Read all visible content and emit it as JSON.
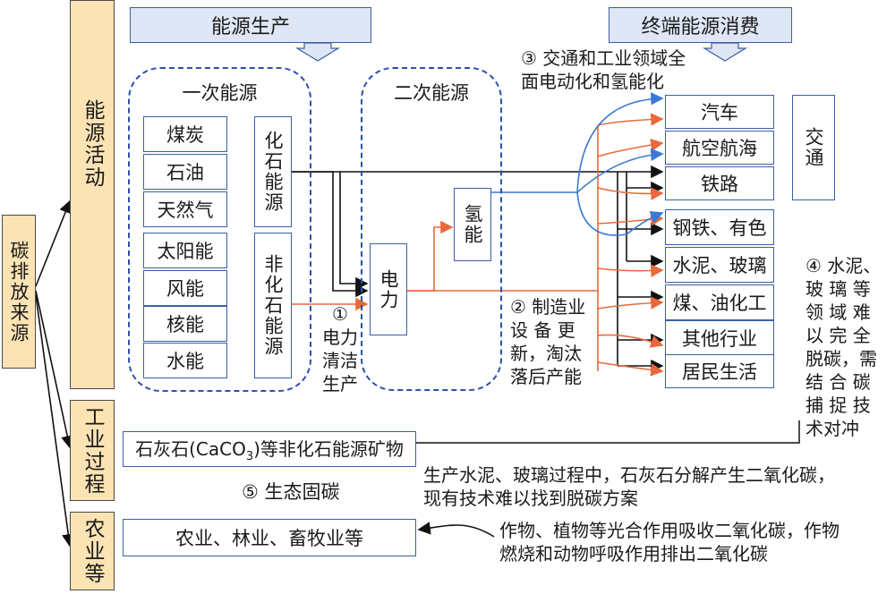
{
  "header": {
    "energy_production": "能源生产",
    "terminal_consumption": "终端能源消费"
  },
  "left": {
    "carbon_sources": "碳排放来源",
    "energy_activity": "能源活动",
    "industrial_process": "工业过程",
    "agriculture": "农业等"
  },
  "primary": {
    "title": "一次能源",
    "fossil": [
      "煤炭",
      "石油",
      "天然气"
    ],
    "fossil_label": "化石能源",
    "nonfossil": [
      "太阳能",
      "风能",
      "核能",
      "水能"
    ],
    "nonfossil_label": "非化石能源"
  },
  "secondary": {
    "title": "二次能源",
    "electricity": "电力",
    "hydrogen": "氢能"
  },
  "consumers": {
    "transport": [
      "汽车",
      "航空航海",
      "铁路"
    ],
    "transport_label": "交通",
    "industry": [
      "钢铁、有色",
      "水泥、玻璃",
      "煤、油化工",
      "其他行业",
      "居民生活"
    ]
  },
  "notes": {
    "n1": [
      "①",
      "电力",
      "清洁",
      "生产"
    ],
    "n2": [
      "② 制造业",
      "设 备 更",
      "新，淘汰",
      "落后产能"
    ],
    "n3": [
      "③ 交通和工业领域全",
      "面电动化和氢能化"
    ],
    "n4": [
      "④ 水泥、",
      "玻 璃 等",
      "领 域 难",
      "以 完 全",
      "脱碳，需",
      "结 合 碳",
      "捕 捉 技",
      "术对冲"
    ],
    "n5": "⑤ 生态固碳",
    "limestone_pre": "石灰石(CaCO",
    "limestone_sub": "3",
    "limestone_post": ")等非化石能源矿物",
    "limestone_desc": [
      "生产水泥、玻璃过程中，石灰石分解产生二氧化碳，",
      "现有技术难以找到脱碳方案"
    ],
    "agri_box": "农业、林业、畜牧业等",
    "agri_desc": [
      "作物、植物等光合作用吸收二氧化碳，作物",
      "燃烧和动物呼吸作用排出二氧化碳"
    ]
  },
  "colors": {
    "orange": "#e8693c",
    "blue": "#3a78d6",
    "dash": "#2f4fb0",
    "tan": "#fbe3b4"
  }
}
